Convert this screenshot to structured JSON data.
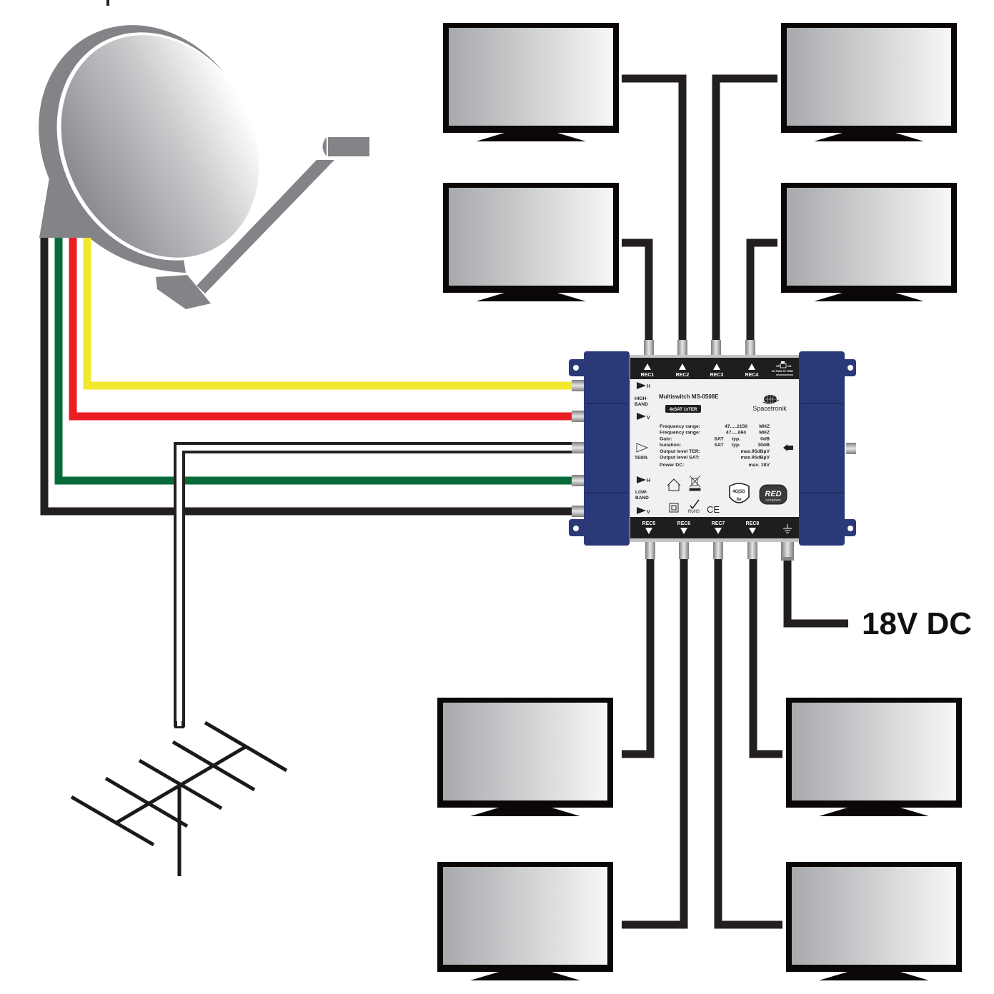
{
  "diagram": {
    "title": "Multiswitch installation diagram",
    "power_label": "18V DC",
    "cable_colors": {
      "high_band_h": "#f2e92e",
      "high_band_v": "#ec1c24",
      "terr": "#ffffff",
      "low_band_h": "#066b38",
      "low_band_v": "#231f20",
      "coax": "#231f20"
    },
    "tvs": [
      {
        "id": "tv-1",
        "receiver": "REC1"
      },
      {
        "id": "tv-2",
        "receiver": "REC2"
      },
      {
        "id": "tv-3",
        "receiver": "REC3"
      },
      {
        "id": "tv-4",
        "receiver": "REC4"
      },
      {
        "id": "tv-5",
        "receiver": "REC5"
      },
      {
        "id": "tv-6",
        "receiver": "REC6"
      },
      {
        "id": "tv-7",
        "receiver": "REC7"
      },
      {
        "id": "tv-8",
        "receiver": "REC8"
      }
    ]
  },
  "multiswitch": {
    "model": "Multiswitch MS-0508E",
    "badge": "4xSAT 1xTER",
    "brand": "Spacetronik",
    "top_outputs": [
      "REC1",
      "REC2",
      "REC3",
      "REC4"
    ],
    "bottom_outputs": [
      "REC5",
      "REC6",
      "REC7",
      "REC8"
    ],
    "switch": {
      "off": "OFF",
      "on": "ON",
      "caption": "DC PASS TO TERR"
    },
    "inputs": {
      "high_band_label_1": "HIGH-",
      "high_band_label_2": "BAND",
      "low_band_label_1": "LOW-",
      "low_band_label_2": "BAND",
      "terr_label": "TERR.",
      "h": "H",
      "v": "V"
    },
    "specs": [
      {
        "label": "Frequency range:",
        "col2": "",
        "col3": "47.....2150",
        "unit": "MHZ"
      },
      {
        "label": "Frequency range:",
        "col2": "",
        "col3": "47.....694",
        "unit": "MHZ"
      },
      {
        "label": "Gain:",
        "col2": "SAT",
        "col3": "typ.",
        "unit": "0dB"
      },
      {
        "label": "Isolation:",
        "col2": "SAT",
        "col3": "typ.",
        "unit": "30dB"
      },
      {
        "label": "Output level TER:",
        "col2": "",
        "col3": "",
        "unit": "max.95dBµV"
      },
      {
        "label": "Output level SAT:",
        "col2": "",
        "col3": "",
        "unit": "max.95dBµV"
      },
      {
        "label": "Power DC:",
        "col2": "",
        "col3": "",
        "unit": "max. 18V"
      }
    ],
    "cert": {
      "lte_top": "4G|5G",
      "lte_bottom": "lte",
      "red_top": "RED",
      "red_bottom": "compliant",
      "ce": "CE",
      "rohs": "RoHS"
    },
    "body_color": "#2a3a78",
    "panel_color": "#f1f1f1"
  }
}
